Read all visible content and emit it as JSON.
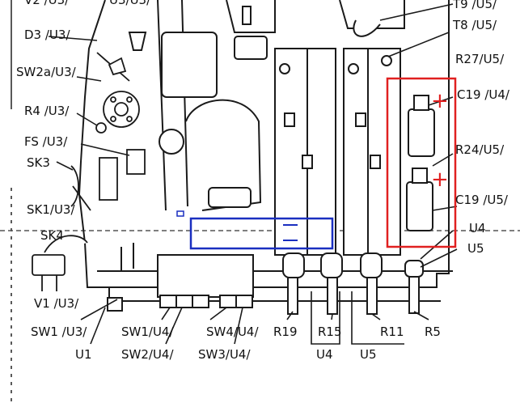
{
  "labels": {
    "top_left_cut": "V2 /U3/",
    "top_mid_cut": "U3/U3/",
    "t9": "T9 /U5/",
    "t8": "T8 /U5/",
    "d3": "D3 /U3/",
    "sw2a": "SW2a/U3/",
    "r4": "R4 /U3/",
    "fs": "FS /U3/",
    "sk3": "SK3",
    "sk1": "SK1/U3/",
    "sk4": "SK4",
    "v1": "V1 /U3/",
    "r27": "R27/U5/",
    "c19_u4": "C19 /U4/",
    "r24": "R24/U5/",
    "c19_u5": "C19 /U5/",
    "u4_small": "U4",
    "u5_small": "U5",
    "sw1_u3": "SW1 /U3/",
    "u1": "U1",
    "sw1_u4": "SW1/U4/",
    "sw2_u4": "SW2/U4/",
    "sw4_u4": "SW4/U4/",
    "sw3_u4": "SW3/U4/",
    "r19": "R19",
    "r15": "R15",
    "r11": "R11",
    "r5": "R5",
    "u4_bottom": "U4",
    "u5_bottom": "U5"
  },
  "annotations": {
    "plus_upper": "+",
    "plus_lower": "+",
    "highlight_red": "#e02020",
    "highlight_blue": "#1a2fc0"
  }
}
